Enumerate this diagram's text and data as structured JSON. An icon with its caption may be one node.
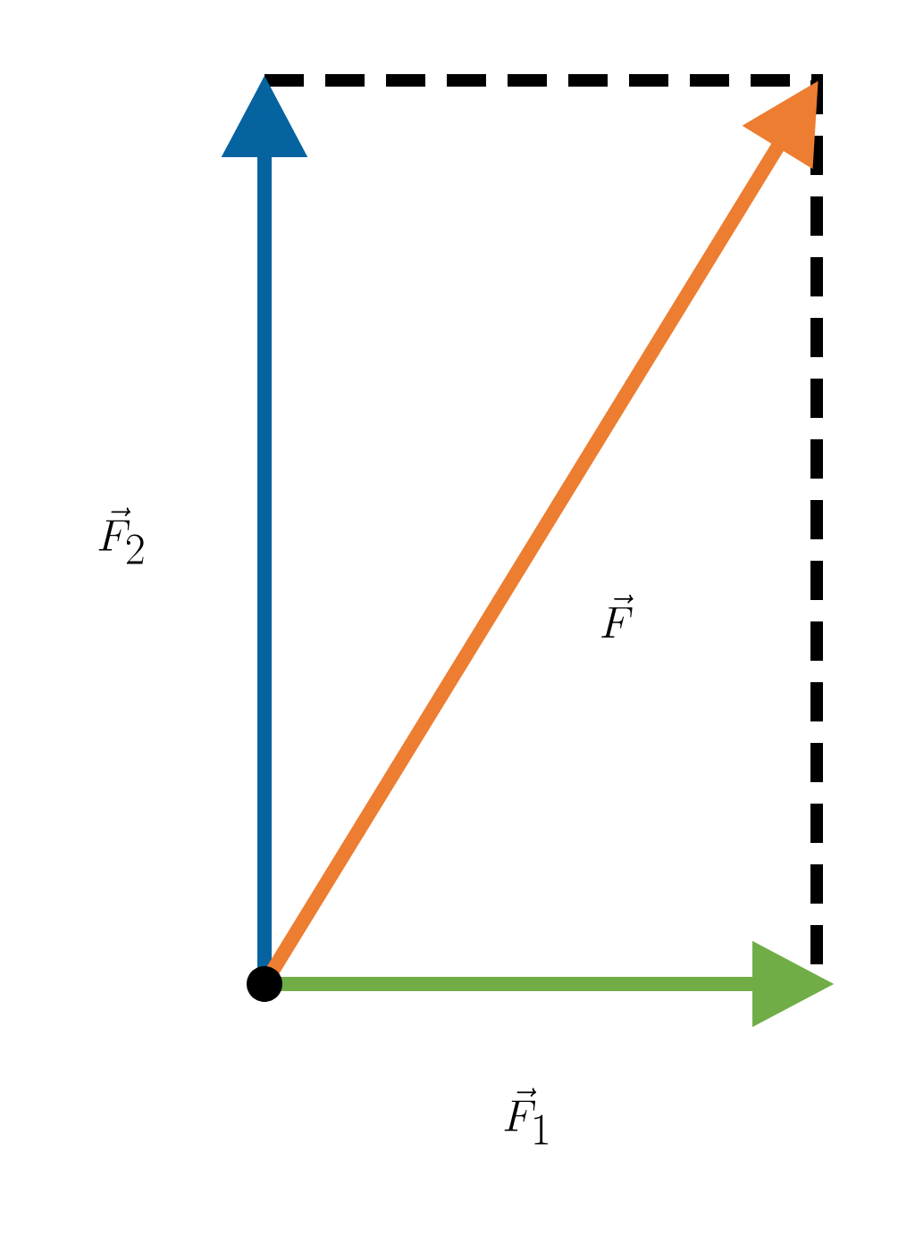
{
  "diagram": {
    "labels": [
      "\\vec{F}_2",
      "\\vec{F}",
      "\\vec{F}_1"
    ]
  }
}
